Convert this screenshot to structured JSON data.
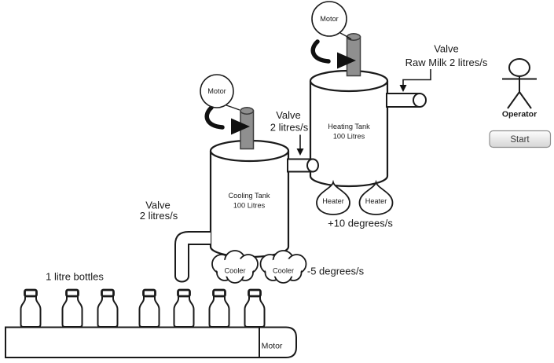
{
  "heating": {
    "motor": "Motor",
    "tank_name": "Heating Tank",
    "tank_capacity": "100 Litres",
    "valve_title": "Valve",
    "valve_detail": "Raw Milk  2 litres/s"
  },
  "cooling": {
    "motor": "Motor",
    "tank_name": "Cooling Tank",
    "tank_capacity": "100 Litres",
    "inlet_valve_title": "Valve",
    "inlet_valve_rate": "2 litres/s",
    "outlet_valve_title": "Valve",
    "outlet_valve_rate": "2 litres/s"
  },
  "heaters": {
    "left": "Heater",
    "right": "Heater",
    "rate": "+10 degrees/s"
  },
  "coolers": {
    "left": "Cooler",
    "right": "Cooler",
    "rate": "-5 degrees/s"
  },
  "bottling": {
    "caption": "1 litre bottles",
    "motor": "Motor"
  },
  "operator_label": "Operator",
  "start_button": "Start",
  "colors": {
    "line": "#1a1a1a",
    "shaft": "#8f8f8f",
    "button_face": "#e3e3e3"
  }
}
